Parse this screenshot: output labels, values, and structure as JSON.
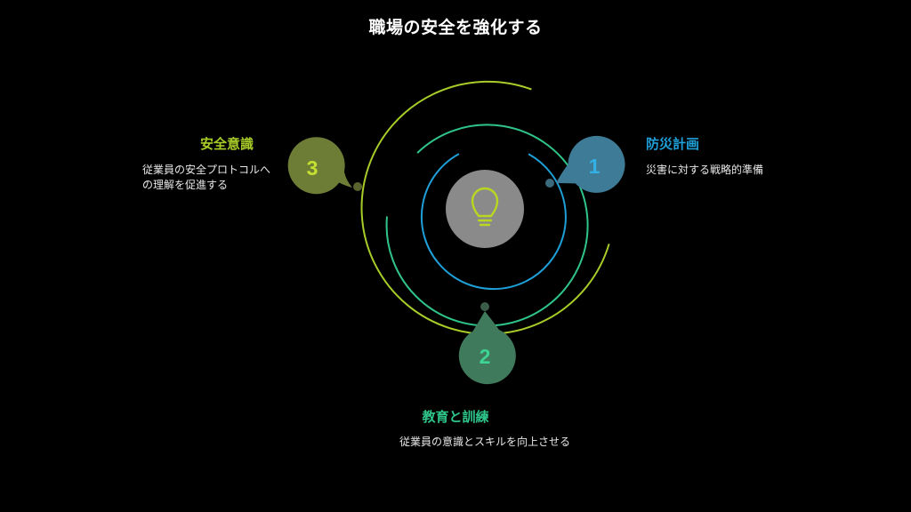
{
  "title": "職場の安全を強化する",
  "colors": {
    "background": "#000000",
    "blue": "#1f9fd8",
    "teal": "#2fc58a",
    "lime": "#a8cc28",
    "node1": "#3e7b96",
    "node2": "#3f7a5c",
    "node3": "#6e7d36",
    "center": "#8a8a8a"
  },
  "center_icon": "lightbulb-icon",
  "steps": [
    {
      "number": "1",
      "label": "防災計画",
      "description": "災害に対する戦略的準備"
    },
    {
      "number": "2",
      "label": "教育と訓練",
      "description": "従業員の意識とスキルを向上させる"
    },
    {
      "number": "3",
      "label": "安全意識",
      "description": "従業員の安全プロトコルへの理解を促進する"
    }
  ]
}
